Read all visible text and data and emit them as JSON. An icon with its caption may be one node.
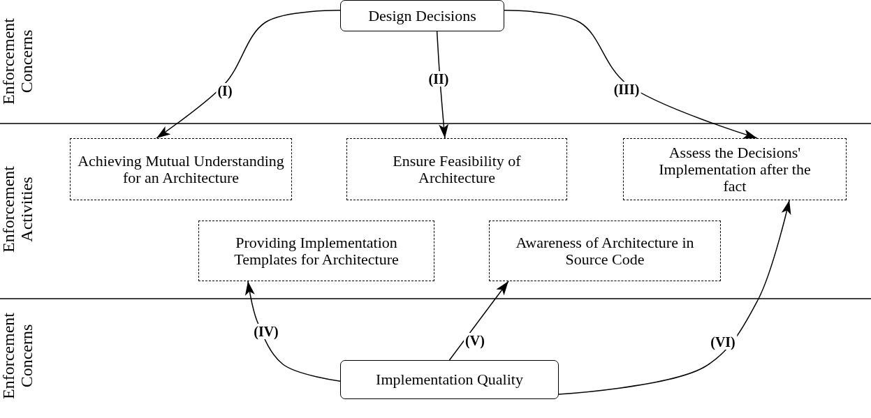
{
  "diagram": {
    "nodes": [
      {
        "text": [
          "Design Decisions"
        ]
      },
      {
        "text": [
          "Achieving Mutual Understanding for an Architecture"
        ]
      },
      {
        "text": [
          "Ensure Feasibility of Architecture"
        ]
      },
      {
        "text": [
          "Assess the Decisions' Implementation after the fact"
        ]
      },
      {
        "text": [
          "Providing Implementation Templates for Architecture"
        ]
      },
      {
        "text": [
          "Awareness of Architecture in Source Code"
        ]
      },
      {
        "text": [
          "Implementation Quality"
        ]
      }
    ],
    "edges": [
      {
        "from": 0,
        "to": 1,
        "arrow": "to",
        "label": "(I)"
      },
      {
        "from": 0,
        "to": 2,
        "arrow": "to",
        "label": "(II)"
      },
      {
        "from": 0,
        "to": 3,
        "arrow": "to",
        "label": "(III)"
      },
      {
        "from": 6,
        "to": 4,
        "arrow": "to",
        "label": "(IV)"
      },
      {
        "from": 6,
        "to": 5,
        "arrow": "to",
        "label": "(V)"
      },
      {
        "from": 6,
        "to": 3,
        "arrow": "to",
        "label": "(VI)"
      }
    ],
    "labels": [
      "Enforcement Concerns",
      "Enforcement Activities",
      "Enforcement Concerns"
    ]
  }
}
